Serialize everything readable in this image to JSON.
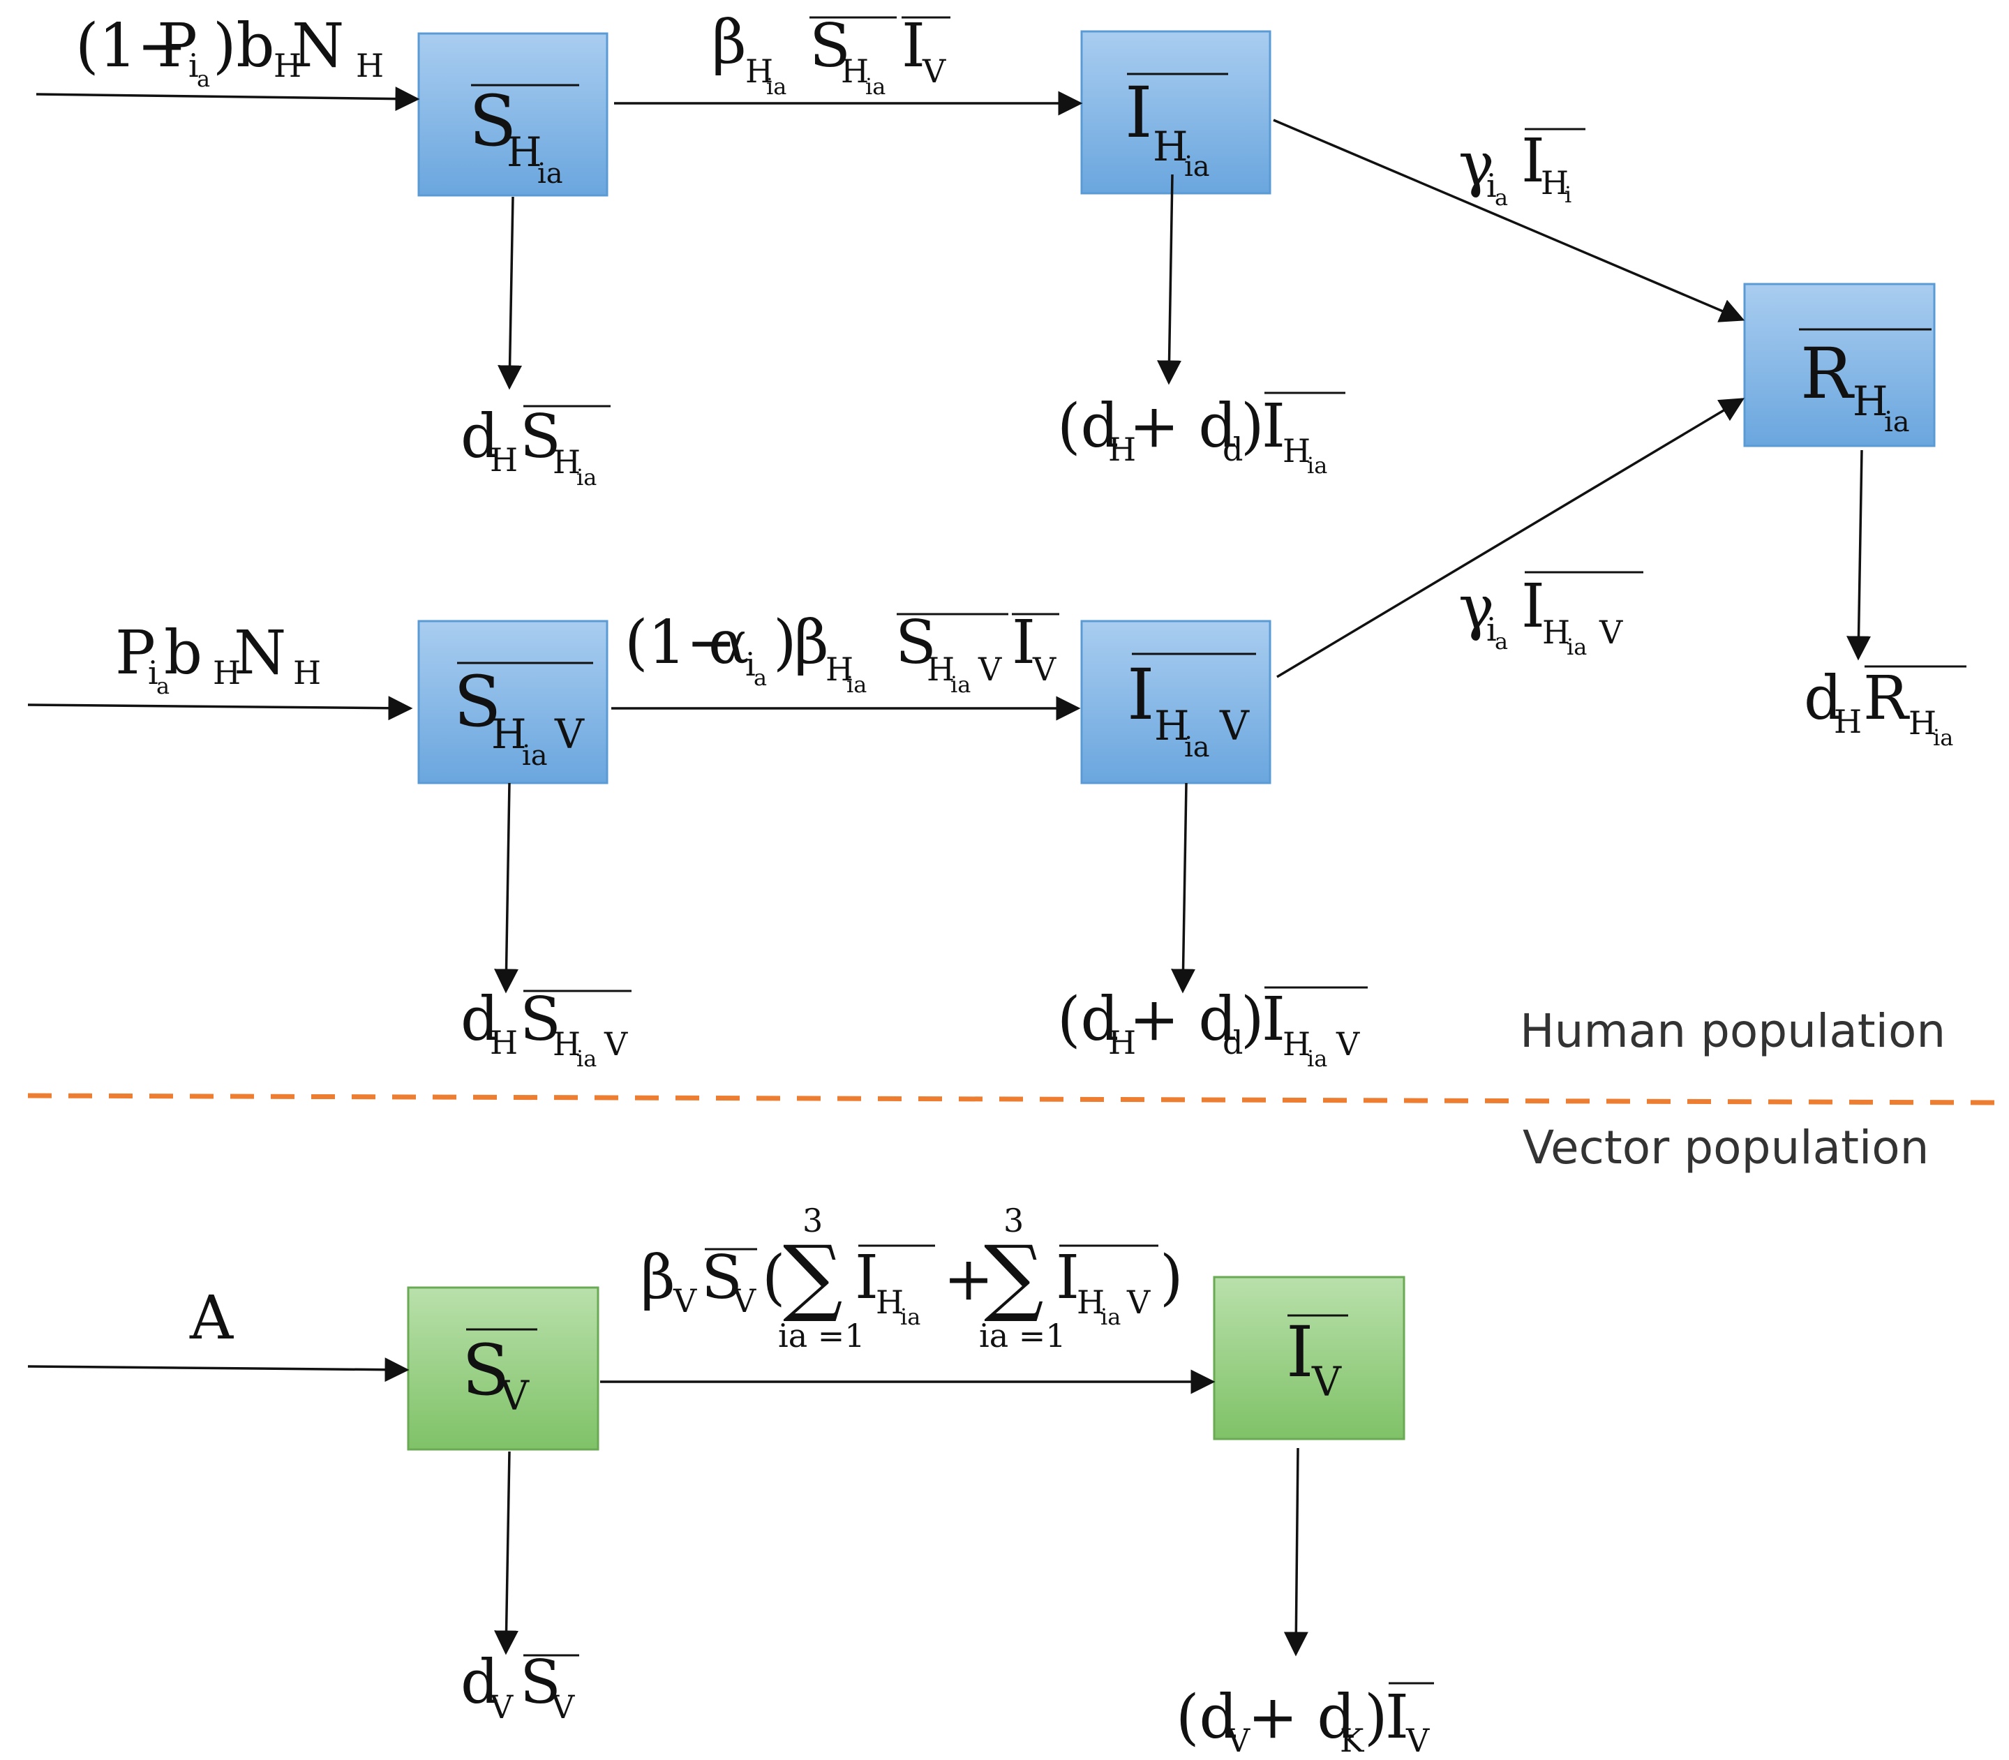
{
  "colors": {
    "human_box_top": "#a9cdf0",
    "human_box_bottom": "#6aa6de",
    "human_box_border": "#5b9bd5",
    "vector_box_top": "#b9e0ab",
    "vector_box_bottom": "#7fc267",
    "vector_box_border": "#6aaa54",
    "divider": "#ed7d31",
    "line": "#111111",
    "label_text": "#333333"
  },
  "labels": {
    "human": "Human population",
    "vector": "Vector population"
  },
  "boxes": {
    "S_H": {
      "main": "S",
      "sub": "H",
      "subsub": "ia",
      "tail": ""
    },
    "I_H": {
      "main": "I",
      "sub": "H",
      "subsub": "ia",
      "tail": ""
    },
    "R_H": {
      "main": "R",
      "sub": "H",
      "subsub": "ia",
      "tail": ""
    },
    "S_HV": {
      "main": "S",
      "sub": "H",
      "subsub": "ia",
      "tail": "V"
    },
    "I_HV": {
      "main": "I",
      "sub": "H",
      "subsub": "ia",
      "tail": "V"
    },
    "S_V": {
      "main": "S",
      "sub": "V",
      "subsub": "",
      "tail": ""
    },
    "I_V": {
      "main": "I",
      "sub": "V",
      "subsub": "",
      "tail": ""
    }
  },
  "flows": {
    "in_S_H": {
      "lp": "(1−",
      "P": "P",
      "sub": "i",
      "subsub": "a",
      "rest": ")b",
      "b_sub": "H",
      "N": " N",
      "N_sub": "H"
    },
    "in_S_HV": {
      "P": "P",
      "sub": "i",
      "subsub": "a",
      "b": " b",
      "b_sub": "H",
      "N": " N",
      "N_sub": "H"
    },
    "in_S_V": "A",
    "S_H_to_I_H": {
      "beta": "β",
      "beta_sub": "H",
      "beta_subsub": "ia",
      "S": "S",
      "S_sub": "H",
      "S_subsub": "ia",
      "I": "I",
      "I_sub": "V"
    },
    "I_H_to_R": {
      "gamma": "γ",
      "gamma_sub": "i",
      "gamma_subsub": "a",
      "I": "I",
      "I_sub": "H",
      "I_subsub": "i"
    },
    "S_HV_to_I_HV": {
      "lp": "(1−",
      "alpha": "α",
      "alpha_sub": "i",
      "alpha_subsub": "a",
      "rp": ")",
      "beta": "β",
      "beta_sub": "H",
      "beta_subsub": "ia",
      "S": "S",
      "S_sub": "H",
      "S_subsub": "ia",
      "S_tail": "V",
      "I": "I",
      "I_sub": "V"
    },
    "I_HV_to_R": {
      "gamma": "γ",
      "gamma_sub": "i",
      "gamma_subsub": "a",
      "I": "I",
      "I_sub": "H",
      "I_subsub": "ia",
      "I_tail": "V"
    },
    "S_V_to_I_V": {
      "beta": "β",
      "beta_sub": "V",
      "S": "S",
      "S_sub": "V",
      "lp": "(",
      "sum": "∑",
      "sum_top": "3",
      "sum_bot": "ia =1",
      "I1": "I",
      "I1_sub": "H",
      "I1_subsub": "ia",
      "plus": "+",
      "I2": "I",
      "I2_sub": "H",
      "I2_subsub": "ia",
      "I2_tail": "V",
      "rp": ")"
    }
  },
  "outflows": {
    "S_H": {
      "d": "d",
      "d_sub": "H",
      "X": "S",
      "X_sub": "H",
      "X_subsub": "ia",
      "X_tail": ""
    },
    "I_H": {
      "lp": "(d",
      "d1_sub": "H",
      "plus": " + d",
      "d2_sub": "d",
      "rp": ")",
      "X": "I",
      "X_sub": "H",
      "X_subsub": "ia",
      "X_tail": ""
    },
    "R_H": {
      "d": "d",
      "d_sub": "H",
      "X": "R",
      "X_sub": "H",
      "X_subsub": "ia"
    },
    "S_HV": {
      "d": "d",
      "d_sub": "H",
      "X": "S",
      "X_sub": "H",
      "X_subsub": "ia",
      "X_tail": "V"
    },
    "I_HV": {
      "lp": "(d",
      "d1_sub": "H",
      "plus": " + d",
      "d2_sub": "d",
      "rp": ")",
      "X": "I",
      "X_sub": "H",
      "X_subsub": "ia",
      "X_tail": "V"
    },
    "S_V": {
      "d": "d",
      "d_sub": "V",
      "X": "S",
      "X_sub": "V"
    },
    "I_V": {
      "lp": "(d",
      "d1_sub": "V",
      "plus": " + d",
      "d2_sub": "K",
      "rp": ")",
      "X": "I",
      "X_sub": "V"
    }
  }
}
